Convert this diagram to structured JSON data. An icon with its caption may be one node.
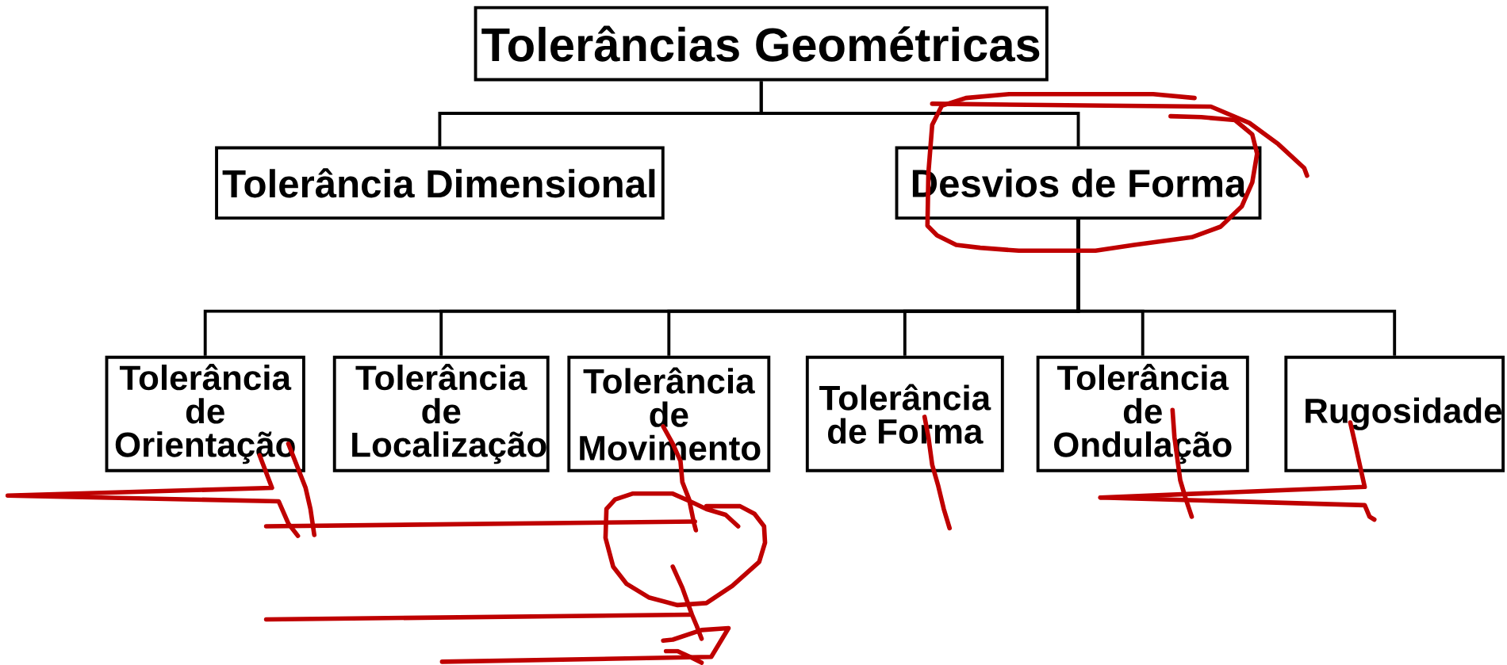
{
  "diagram": {
    "nodes": [
      {
        "text": [
          "Tolerâncias Geométricas"
        ]
      },
      {
        "text": [
          "Tolerância Dimensional"
        ]
      },
      {
        "text": [
          "Desvios de Forma"
        ]
      },
      {
        "text": [
          "Tolerância de Orientação"
        ]
      },
      {
        "text": [
          "Tolerância de Localização"
        ]
      },
      {
        "text": [
          "Tolerância de Movimento"
        ]
      },
      {
        "text": [
          "Tolerância de Forma"
        ]
      },
      {
        "text": [
          "Tolerância de Ondulação"
        ]
      },
      {
        "text": [
          "Rugosidade"
        ]
      }
    ],
    "edges": [
      {
        "from": 0,
        "to": 1,
        "arrow": "none"
      },
      {
        "from": 0,
        "to": 2,
        "arrow": "none"
      },
      {
        "from": 2,
        "to": 3,
        "arrow": "none"
      },
      {
        "from": 2,
        "to": 4,
        "arrow": "none"
      },
      {
        "from": 2,
        "to": 5,
        "arrow": "none"
      },
      {
        "from": 2,
        "to": 6,
        "arrow": "none"
      },
      {
        "from": 2,
        "to": 7,
        "arrow": "none"
      },
      {
        "from": 2,
        "to": 8,
        "arrow": "none"
      }
    ]
  }
}
